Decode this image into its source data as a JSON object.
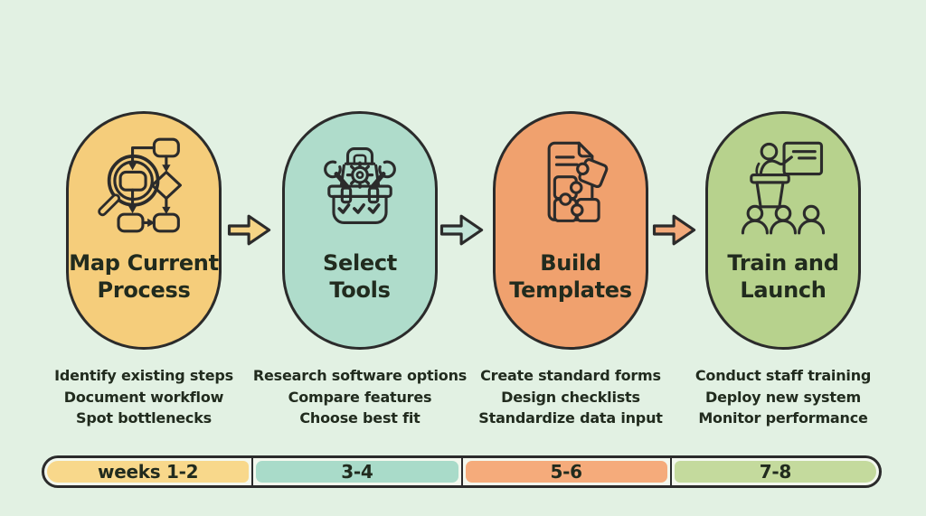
{
  "colors": {
    "background": "#e2f1e3",
    "outline": "#2b2b2b",
    "text": "#212b1e",
    "timeline_track": "#f3f8ee"
  },
  "steps": [
    {
      "title_lines": [
        "Map Current",
        "Process"
      ],
      "fill": "#f5cd7b",
      "arrow_fill": "#f6d486",
      "icon": "magnifier-flowchart-icon",
      "details": [
        "Identify existing steps",
        "Document workflow",
        "Spot bottlenecks"
      ]
    },
    {
      "title_lines": [
        "Select",
        "Tools"
      ],
      "fill": "#afdccb",
      "arrow_fill": "#c3e5d8",
      "icon": "toolbox-icon",
      "details": [
        "Research software options",
        "Compare features",
        "Choose best fit"
      ]
    },
    {
      "title_lines": [
        "Build",
        "Templates"
      ],
      "fill": "#f0a16e",
      "arrow_fill": "#f2a97a",
      "icon": "document-puzzle-icon",
      "details": [
        "Create standard forms",
        "Design checklists",
        "Standardize data input"
      ]
    },
    {
      "title_lines": [
        "Train and",
        "Launch"
      ],
      "fill": "#b7d28d",
      "icon": "presenter-podium-icon",
      "details": [
        "Conduct staff training",
        "Deploy new system",
        "Monitor performance"
      ]
    }
  ],
  "timeline": {
    "segments": [
      {
        "label": "weeks 1-2",
        "fill": "#f8d88b"
      },
      {
        "label": "3-4",
        "fill": "#a9dbc9"
      },
      {
        "label": "5-6",
        "fill": "#f5ab7b"
      },
      {
        "label": "7-8",
        "fill": "#c4da9d"
      }
    ]
  }
}
